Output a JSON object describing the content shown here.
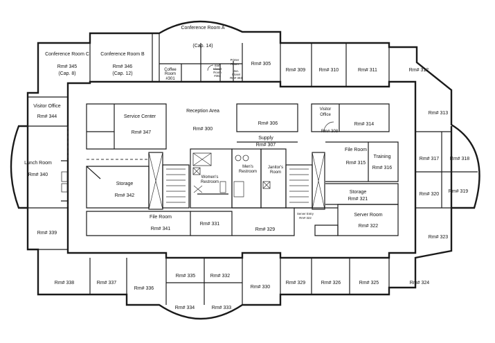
{
  "rooms": {
    "conf_a": {
      "name": "Conference Room A",
      "cap": "(Cap. 14)"
    },
    "conf_c": {
      "name": "Conference Room C",
      "num": "Rm# 345",
      "cap": "(Cap. 8)"
    },
    "conf_b": {
      "name": "Conference Room B",
      "num": "Rm# 346",
      "cap": "(Cap. 12)"
    },
    "coffee": {
      "name1": "Coffee",
      "name2": "Room",
      "num": "#301"
    },
    "staff_closet": {
      "l1": "Staff",
      "l2": "Closet",
      "l3": "Room",
      "l4": "#302"
    },
    "printer_room": {
      "l1": "Printer",
      "l2": "Room"
    },
    "jan_closet": {
      "l1": "Jan.",
      "l2": "Closet",
      "l3": "Rm# 303"
    },
    "r305": "Rm# 305",
    "r309": "Rm# 309",
    "r310": "Rm# 310",
    "r311": "Rm# 311",
    "r312": "Rm# 312",
    "visitor_office_left": {
      "name": "Visitor Office",
      "num": "Rm# 344"
    },
    "service_center": "Service Center",
    "r347": "Rm# 347",
    "reception": {
      "name": "Reception Area",
      "num": "Rm# 300"
    },
    "r306": "Rm# 306",
    "supply": {
      "name": "Supply",
      "num": "Rm# 307"
    },
    "visitor_office_right": {
      "l1": "Visitor",
      "l2": "Office",
      "num": "Rm# 308"
    },
    "r314": "Rm# 314",
    "r313": "Rm# 313",
    "lunch": {
      "name": "Lunch Room",
      "num": "Rm# 340"
    },
    "storage_342": {
      "name": "Storage",
      "num": "Rm# 342"
    },
    "womens": {
      "l1": "Women's",
      "l2": "Restroom"
    },
    "mens": {
      "l1": "Men's",
      "l2": "Restroom"
    },
    "janitors": {
      "l1": "Janitor's",
      "l2": "Room"
    },
    "file_315": {
      "name": "File Room",
      "num": "Rm# 315"
    },
    "training": {
      "name": "Training",
      "num": "Rm# 316"
    },
    "r317": "Rm# 317",
    "r318": "Rm# 318",
    "r319": "Rm# 319",
    "r320": "Rm# 320",
    "storage_321": {
      "name": "Storage",
      "num": "Rm# 321"
    },
    "file_341": {
      "name": "File Room",
      "num": "Rm# 341"
    },
    "r331": "Rm# 331",
    "r329_inner": "Rm# 329",
    "server_entry": {
      "l1": "Server Entry",
      "l2": "Rm# 322"
    },
    "server_room": {
      "name": "Server Room",
      "num": "Rm# 322"
    },
    "r339": "Rm# 339",
    "r323": "Rm# 323",
    "r338": "Rm# 338",
    "r337": "Rm# 337",
    "r336": "Rm# 336",
    "r335": "Rm# 335",
    "r332": "Rm# 332",
    "r330": "Rm# 330",
    "r329_bottom": "Rm# 329",
    "r326": "Rm# 326",
    "r325": "Rm# 325",
    "r324": "Rm# 324",
    "r334": "Rm# 334",
    "r333": "Rm# 333"
  }
}
